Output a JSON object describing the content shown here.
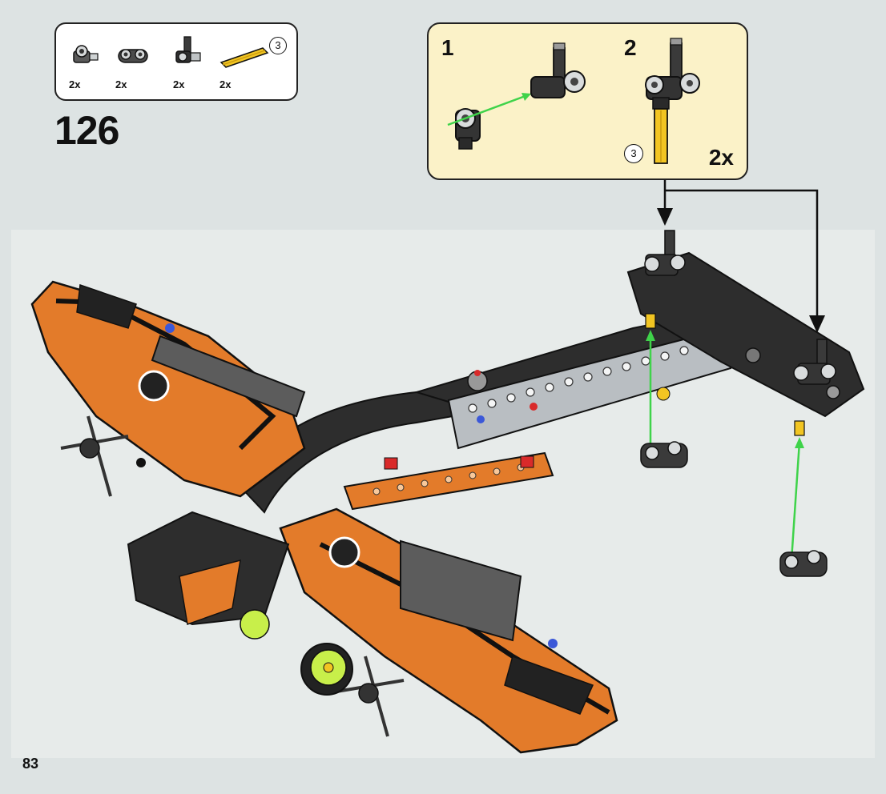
{
  "parts_list": {
    "items": [
      {
        "quantity": "2x",
        "part": "axle-pin-connector"
      },
      {
        "quantity": "2x",
        "part": "double-pin-connector-beam"
      },
      {
        "quantity": "2x",
        "part": "axle-connector-perpendicular"
      },
      {
        "quantity": "2x",
        "part": "axle-3-yellow"
      }
    ],
    "axle_length": "3"
  },
  "step": {
    "number": "126"
  },
  "callout": {
    "sub_steps": [
      "1",
      "2"
    ],
    "axle_length": "3",
    "multiplier": "2x"
  },
  "page": {
    "number": "83"
  },
  "colors": {
    "background": "#dde3e3",
    "panel": "#e7ebea",
    "callout_fill": "#fbf2c8",
    "orange": "#e37b2a",
    "dark": "#2d2d2d",
    "grey_beam": "#b9bec2",
    "yellow_axle": "#f2c522",
    "green_arrow": "#3fd34a",
    "red_pin": "#d92a2a",
    "blue_pin": "#3b58d8",
    "lime_wheel": "#c8ef4a"
  }
}
